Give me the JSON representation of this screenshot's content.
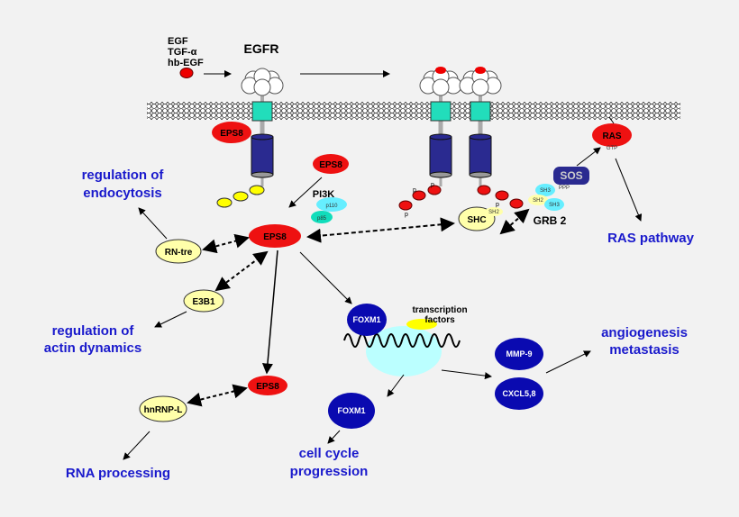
{
  "colors": {
    "background": "#f2f2f2",
    "process_text": "#1a1acc",
    "eps8": "#ee1111",
    "adapter": "#ffffaa",
    "foxm1": "#0a0ab0",
    "receptor": "#2a2a90",
    "transmembrane": "#22ddbb"
  },
  "ligands": [
    "EGF",
    "TGF-α",
    "hb-EGF"
  ],
  "receptor": "EGFR",
  "eps8": "EPS8",
  "pi3k": {
    "label": "PI3K",
    "p110": "p110",
    "p85": "p85"
  },
  "p": "p",
  "rn_tre": "RN-tre",
  "e3b1": "E3B1",
  "hnrnp": "hnRNP-L",
  "shc": "SHC",
  "sh2": "SH2",
  "sh3": "SH3",
  "grb2": "GRB 2",
  "sos": "SOS",
  "pro": "PPP",
  "ras": "RAS",
  "gtp": "GTP",
  "foxm1": "FOXM1",
  "tf": [
    "transcription",
    "factors"
  ],
  "mmp9": "MMP-9",
  "cxcl": "CXCL5,8",
  "outcomes": {
    "endocytosis": [
      "regulation of",
      "endocytosis"
    ],
    "actin": [
      "regulation of",
      "actin dynamics"
    ],
    "rna": "RNA processing",
    "cellcycle": [
      "cell cycle",
      "progression"
    ],
    "angio": [
      "angiogenesis",
      "metastasis"
    ],
    "ras": "RAS pathway"
  }
}
